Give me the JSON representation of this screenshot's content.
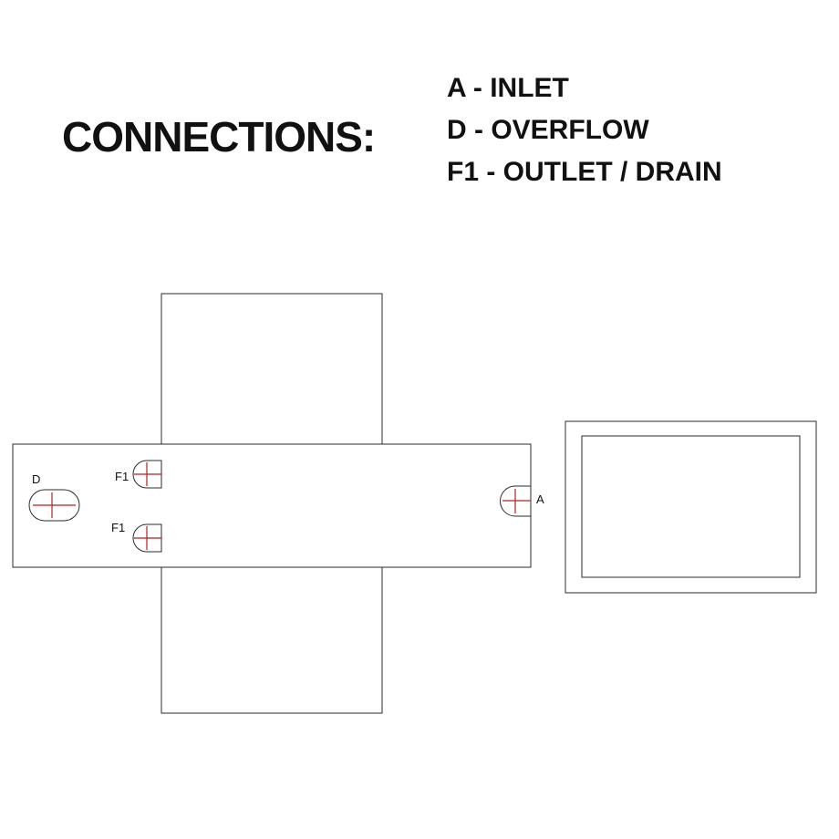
{
  "title": "CONNECTIONS:",
  "legend": {
    "items": [
      {
        "id": "A",
        "label": "A - INLET"
      },
      {
        "id": "D",
        "label": "D - OVERFLOW"
      },
      {
        "id": "F1",
        "label": "F1 - OUTLET / DRAIN"
      }
    ]
  },
  "drawing": {
    "connection_labels": {
      "d": "D",
      "f1_top": "F1",
      "f1_bottom": "F1",
      "a": "A"
    },
    "colors": {
      "outline": "#2b2b2b",
      "cross": "#b22222"
    }
  }
}
